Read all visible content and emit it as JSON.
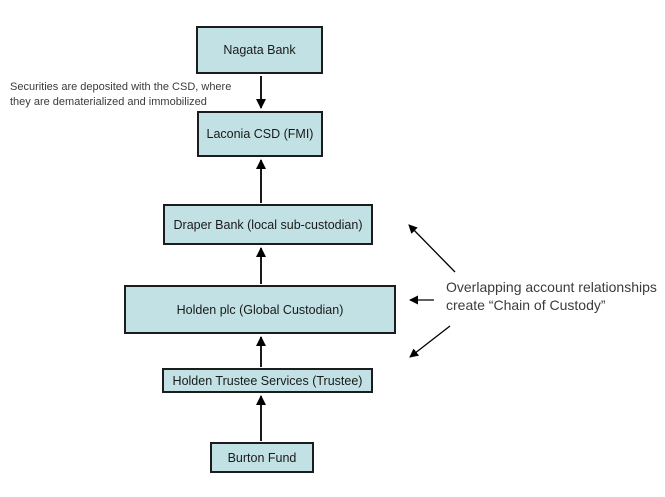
{
  "diagram": {
    "title_none": "",
    "boxes": [
      {
        "id": "nagata",
        "label": "Nagata Bank"
      },
      {
        "id": "laconia",
        "label": "Laconia CSD (FMI)"
      },
      {
        "id": "draper",
        "label": "Draper Bank (local sub-custodian)"
      },
      {
        "id": "holden",
        "label": "Holden plc (Global Custodian)"
      },
      {
        "id": "trustee",
        "label": "Holden Trustee Services (Trustee)"
      },
      {
        "id": "burton",
        "label": "Burton Fund"
      }
    ],
    "flow_order_bottom_to_top": [
      "Burton Fund",
      "Holden Trustee Services (Trustee)",
      "Holden plc (Global Custodian)",
      "Draper Bank (local sub-custodian)",
      "Laconia CSD (FMI)"
    ],
    "notes": {
      "left": {
        "line1": "Securities are deposited with the CSD, where",
        "line2": "they are dematerialized and immobilized"
      },
      "right": {
        "line1": "Overlapping account relationships",
        "line2": "create “Chain of Custody”"
      }
    },
    "colors": {
      "box_fill": "#c2e1e4",
      "box_border": "#1c1c1c",
      "arrow": "#000000",
      "note_text": "#3b3b3b",
      "background": "#ffffff"
    }
  }
}
